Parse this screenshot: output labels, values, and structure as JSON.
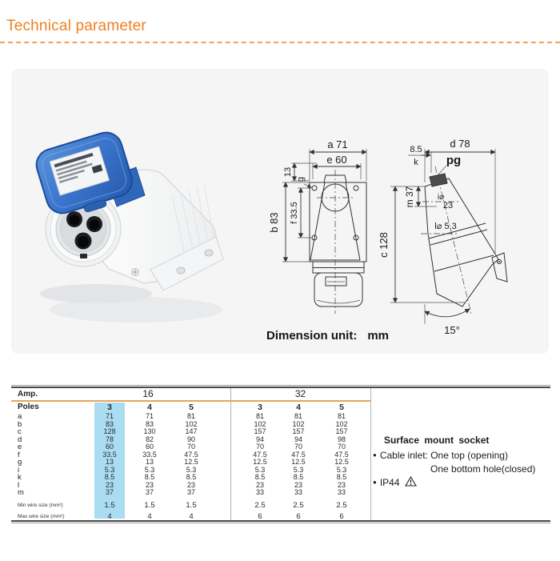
{
  "header": {
    "title": "Technical parameter"
  },
  "drawing": {
    "unit_label": "Dimension unit:",
    "unit_value": "mm",
    "front": {
      "a": "a 71",
      "e": "e 60",
      "t13": "13",
      "g": "g",
      "b": "b 83",
      "f": "f 33.5"
    },
    "side": {
      "d": "d 78",
      "off": "8.5",
      "k": "k",
      "pg": "pg",
      "m": "m 37",
      "i1": "i⌀",
      "i2": "23",
      "l1": "l⌀ 5.3",
      "c": "c 128",
      "angle": "15°"
    }
  },
  "table": {
    "amp_label": "Amp.",
    "amp_groups": [
      {
        "label": "16"
      },
      {
        "label": "32"
      }
    ],
    "poles_label": "Poles",
    "poles": [
      "3",
      "4",
      "5",
      "3",
      "4",
      "5"
    ],
    "rows": [
      {
        "label": "a",
        "values": [
          "71",
          "71",
          "81",
          "81",
          "81",
          "81"
        ]
      },
      {
        "label": "b",
        "values": [
          "83",
          "83",
          "102",
          "102",
          "102",
          "102"
        ]
      },
      {
        "label": "c",
        "values": [
          "128",
          "130",
          "147",
          "157",
          "157",
          "157"
        ]
      },
      {
        "label": "d",
        "values": [
          "78",
          "82",
          "90",
          "94",
          "94",
          "98"
        ]
      },
      {
        "label": "e",
        "values": [
          "60",
          "60",
          "70",
          "70",
          "70",
          "70"
        ]
      },
      {
        "label": "f",
        "values": [
          "33.5",
          "33.5",
          "47.5",
          "47.5",
          "47.5",
          "47.5"
        ]
      },
      {
        "label": "g",
        "values": [
          "13",
          "13",
          "12.5",
          "12.5",
          "12.5",
          "12.5"
        ]
      },
      {
        "label": "i",
        "values": [
          "5.3",
          "5.3",
          "5.3",
          "5.3",
          "5.3",
          "5.3"
        ]
      },
      {
        "label": "k",
        "values": [
          "8.5",
          "8.5",
          "8.5",
          "8.5",
          "8.5",
          "8.5"
        ]
      },
      {
        "label": "l",
        "values": [
          "23",
          "23",
          "23",
          "23",
          "23",
          "23"
        ]
      },
      {
        "label": "m",
        "values": [
          "37",
          "37",
          "37",
          "33",
          "33",
          "33"
        ]
      }
    ],
    "wire_rows": [
      {
        "label": "Min wire size (mm²)",
        "values": [
          "1.5",
          "1.5",
          "1.5",
          "2.5",
          "2.5",
          "2.5"
        ]
      },
      {
        "label": "Max wire size (mm²)",
        "values": [
          "4",
          "4",
          "4",
          "6",
          "6",
          "6"
        ]
      }
    ]
  },
  "notes": {
    "title": "Surface mount socket",
    "cable": "Cable inlet: One top (opening)",
    "cable2": "One bottom hole(closed)",
    "ip": "IP44"
  },
  "colors": {
    "accent_orange": "#ee8023",
    "dash_orange": "#f0a44f",
    "table_rule_orange": "#e9a25f",
    "highlight_blue": "#aadcf2",
    "panel_gray": "#f5f5f6",
    "cap_blue": "#3a74cb"
  }
}
